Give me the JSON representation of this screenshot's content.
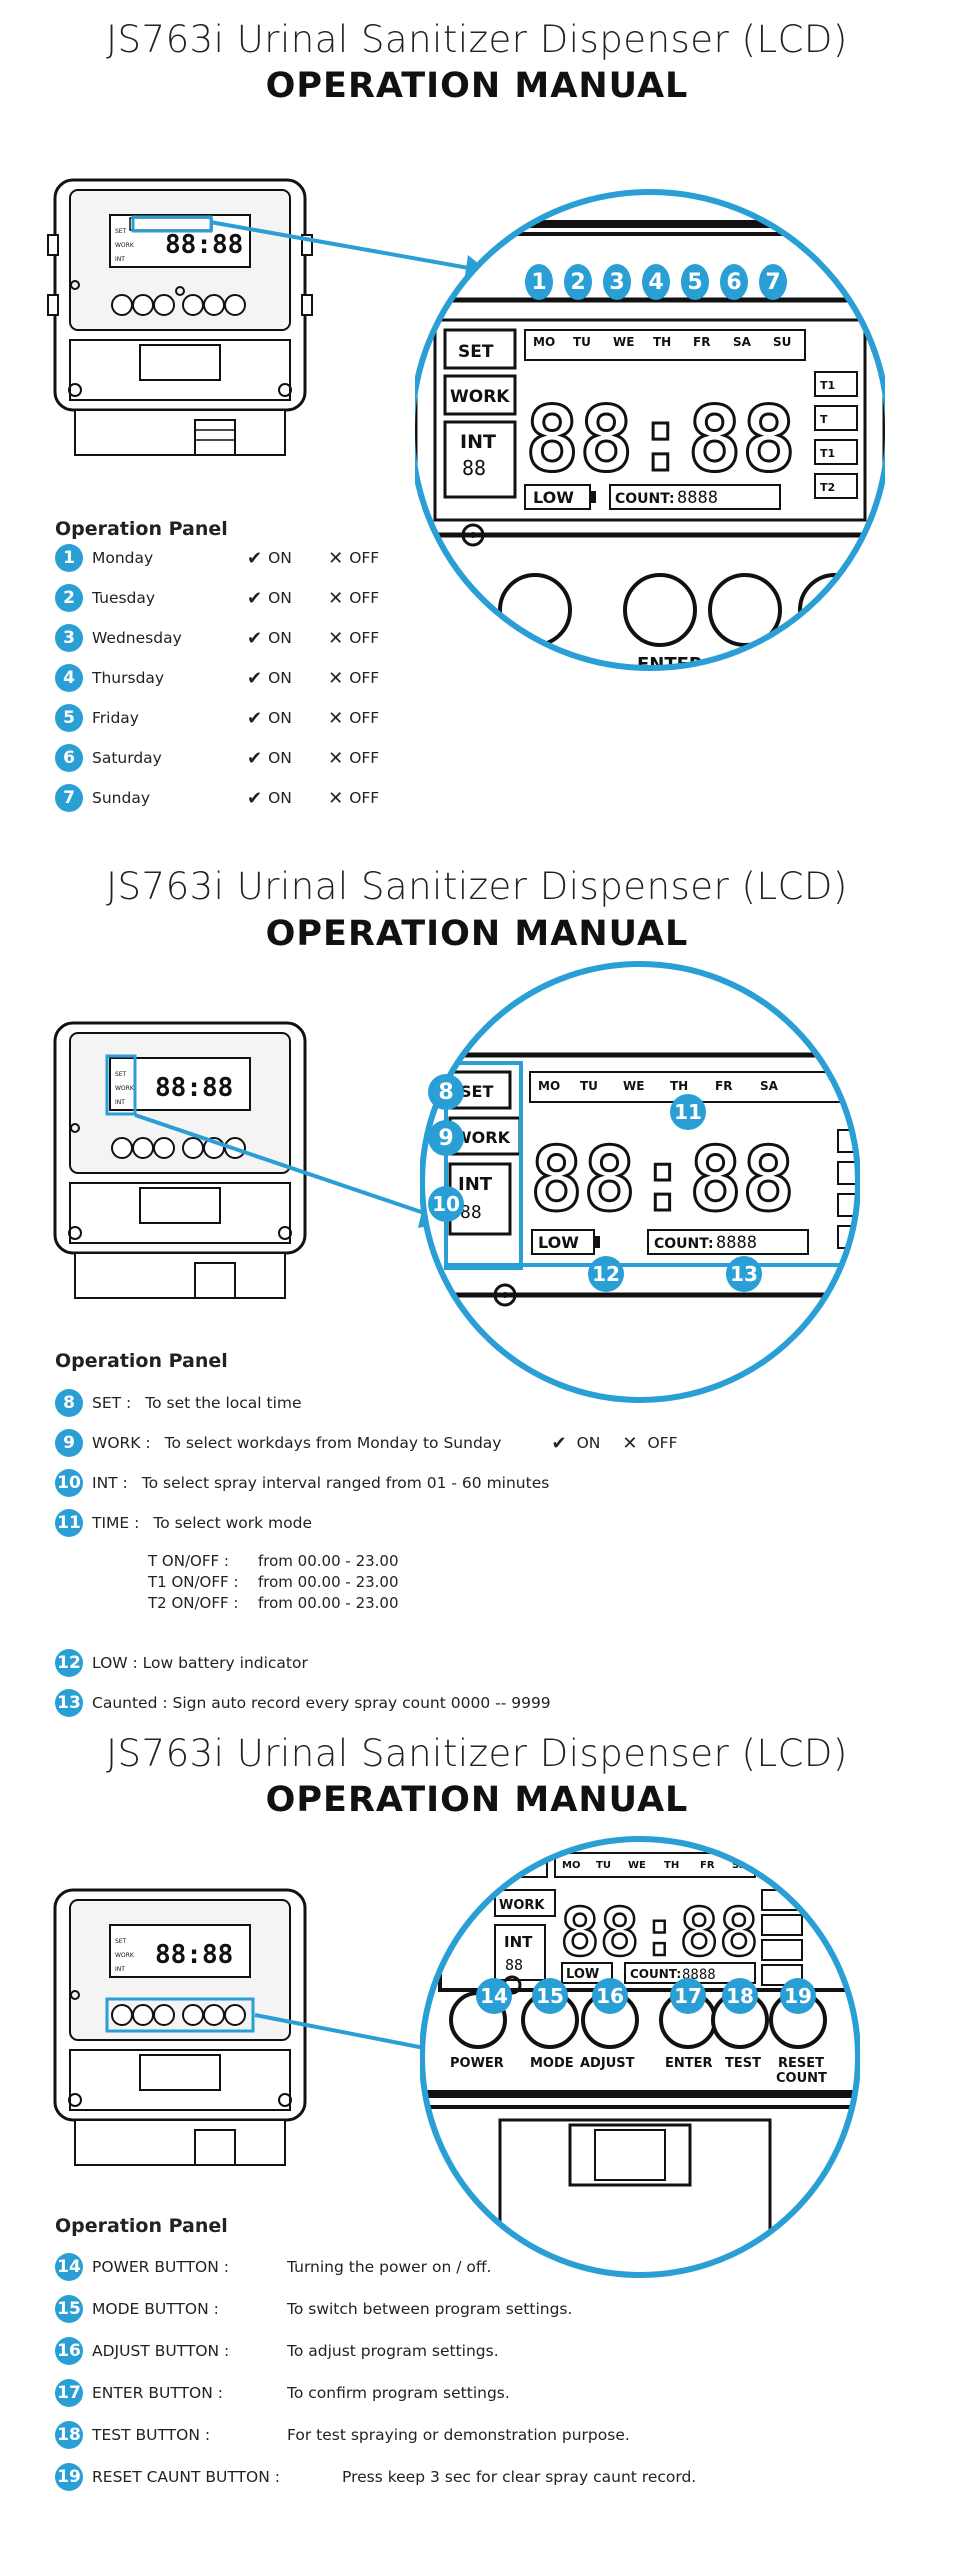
{
  "colors": {
    "accent": "#2a9fd6",
    "ink": "#111111",
    "text": "#222222"
  },
  "sections": [
    {
      "title": "JS763i Urinal Sanitizer Dispenser (LCD)",
      "subtitle": "OPERATION MANUAL"
    },
    {
      "title": "JS763i Urinal Sanitizer Dispenser (LCD)",
      "subtitle": "OPERATION MANUAL"
    },
    {
      "title": "JS763i Urinal Sanitizer Dispenser (LCD)",
      "subtitle": "OPERATION MANUAL"
    }
  ],
  "panel_heading": "Operation Panel",
  "device": {
    "lcd_digits": "88:88",
    "lcd_small": "88",
    "set": "SET",
    "work": "WORK",
    "int": "INT",
    "low": "LOW",
    "count": "COUNT:",
    "count_digits": "8888",
    "t1": "T1",
    "t": "T",
    "t2": "T2",
    "buttons": [
      "POWER",
      "MODE",
      "ADJUST",
      "ENTER",
      "TEST",
      "RESET COUNT"
    ],
    "reset": "RESET",
    "count_word": "COUNT",
    "days": [
      "MO",
      "TU",
      "WE",
      "TH",
      "FR",
      "SA",
      "SU"
    ]
  },
  "numbers": [
    "1",
    "2",
    "3",
    "4",
    "5",
    "6",
    "7",
    "8",
    "9",
    "10",
    "11",
    "12",
    "13",
    "14",
    "15",
    "16",
    "17",
    "18",
    "19"
  ],
  "days_list": [
    {
      "n": "1",
      "name": "Monday",
      "on": "ON",
      "off": "OFF"
    },
    {
      "n": "2",
      "name": "Tuesday",
      "on": "ON",
      "off": "OFF"
    },
    {
      "n": "3",
      "name": "Wednesday",
      "on": "ON",
      "off": "OFF"
    },
    {
      "n": "4",
      "name": "Thursday",
      "on": "ON",
      "off": "OFF"
    },
    {
      "n": "5",
      "name": "Friday",
      "on": "ON",
      "off": "OFF"
    },
    {
      "n": "6",
      "name": "Saturday",
      "on": "ON",
      "off": "OFF"
    },
    {
      "n": "7",
      "name": "Sunday",
      "on": "ON",
      "off": "OFF"
    }
  ],
  "panel2": [
    {
      "n": "8",
      "label": "SET :",
      "desc": "To set the local time"
    },
    {
      "n": "9",
      "label": "WORK :",
      "desc": "To select workdays from Monday to Sunday",
      "on": "ON",
      "off": "OFF"
    },
    {
      "n": "10",
      "label": "INT :",
      "desc": "To select spray interval ranged from 01 - 60 minutes"
    },
    {
      "n": "11",
      "label": "TIME :",
      "desc": "To select work mode"
    },
    {
      "n": "12",
      "label": "LOW : Low battery indicator"
    },
    {
      "n": "13",
      "label": "Caunted : Sign auto record every spray count 0000 -- 9999"
    }
  ],
  "time_modes": [
    {
      "name": "T ON/OFF :",
      "range": "from 00.00 - 23.00"
    },
    {
      "name": "T1 ON/OFF :",
      "range": "from 00.00 - 23.00"
    },
    {
      "name": "T2 ON/OFF :",
      "range": "from 00.00 - 23.00"
    }
  ],
  "panel3": [
    {
      "n": "14",
      "label": "POWER BUTTON :",
      "desc": "Turning the power on / off."
    },
    {
      "n": "15",
      "label": "MODE BUTTON :",
      "desc": "To switch between program settings."
    },
    {
      "n": "16",
      "label": "ADJUST BUTTON :",
      "desc": "To adjust program settings."
    },
    {
      "n": "17",
      "label": "ENTER BUTTON :",
      "desc": "To confirm program settings."
    },
    {
      "n": "18",
      "label": "TEST BUTTON :",
      "desc": "For test spraying or demonstration purpose."
    },
    {
      "n": "19",
      "label": "RESET CAUNT BUTTON :",
      "desc": "Press keep 3 sec for clear spray caunt record."
    }
  ]
}
